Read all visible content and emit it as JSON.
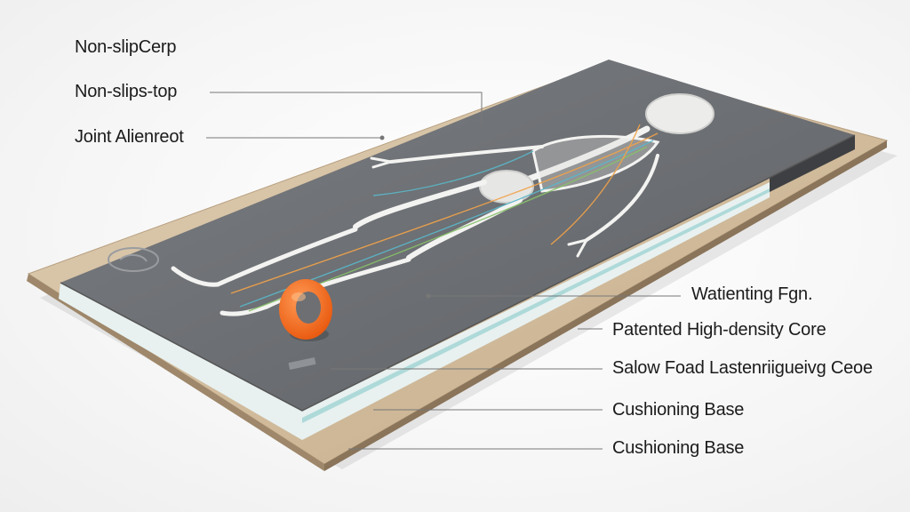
{
  "labels": {
    "nonslip_cerp": "Non-slipCerp",
    "nonslips_top": "Non-slips-top",
    "joint_alignment": "Joint Alienreot",
    "watienting": "Watienting Fgn.",
    "patented_core": "Patented High-density Core",
    "salow_foad": "Salow Foad Lastenriigueivg Ceoe",
    "cushioning_base_1": "Cushioning Base",
    "cushioning_base_2": "Cushioning Base"
  },
  "colors": {
    "mat_top": "#6e7175",
    "mat_edge_foam": "#e9f2f2",
    "base_layer": "#cdb89a",
    "accent_ring": "#f26a1b",
    "skeleton_lines": "#f0f0ee"
  },
  "icons": {
    "ring": "orange-massage-ring-icon",
    "logo": "brand-logo-stamp-icon"
  }
}
